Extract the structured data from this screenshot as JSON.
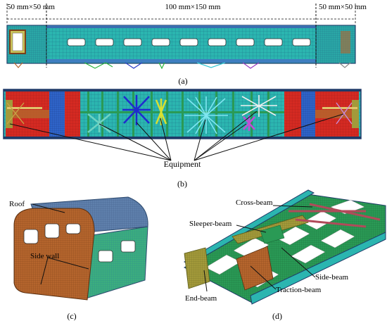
{
  "panel_a": {
    "dim_left": "50 mm×50 mm",
    "dim_middle": "100 mm×150 mm",
    "dim_right": "50 mm×50 mm",
    "caption": "(a)"
  },
  "panel_b": {
    "equipment_label": "Equipment",
    "caption": "(b)"
  },
  "panel_c": {
    "roof_label": "Roof",
    "side_wall_label": "Side wall",
    "caption": "(c)"
  },
  "panel_d": {
    "cross_beam_label": "Cross-beam",
    "sleeper_beam_label": "Sleeper-beam",
    "side_beam_label": "Side-beam",
    "end_beam_label": "End-beam",
    "traction_beam_label": "Traction-beam",
    "caption": "(d)"
  },
  "colors": {
    "mesh_teal": "#2bb5b0",
    "mesh_line": "#1d6f8a",
    "frame_navy": "#1f3a68",
    "red_zone": "#d42a22",
    "blue_plate": "#2f64c8",
    "roof_blue": "#5f80ac",
    "side_green": "#3cae7e",
    "brown_end": "#b5652d",
    "olive_beam": "#a39a3a",
    "floor_green": "#2a9a55"
  }
}
